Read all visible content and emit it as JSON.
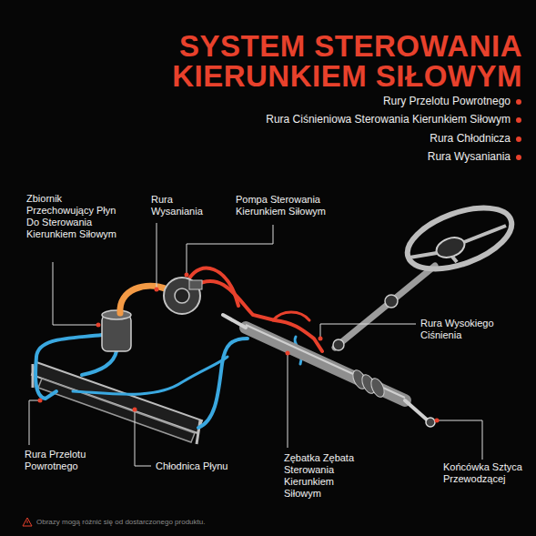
{
  "diagram": {
    "title": "SYSTEM STEROWANIA KIERUNKIEM SIŁOWYM",
    "labels": [
      "Zbiornik Przechowujący Płyn Do Sterowania Kierunkiem Siłowym",
      "Rura Wysaniania",
      "Pompa Sterowania Kierunkiem Siłowym",
      "Rura Wysokiego Ciśnienia",
      "Rura Przelotu Powrotnego",
      "Chłodnica Płynu",
      "Zębatka Zębata Sterowania Kierunkiem Siłowym",
      "Końcówka Sztyca Przewodzącej",
      "Obrazy mogą różnić się od dostarczonego produktu."
    ],
    "legend": [
      {
        "text": "Rury Przelotu Powrotnego",
        "color": "#e8412c"
      },
      {
        "text": "Rura Ciśnieniowa Sterowania Kierunkiem Siłowym",
        "color": "#e8412c"
      },
      {
        "text": "Rura Chłodnicza",
        "color": "#e8412c"
      },
      {
        "text": "Rura Wysaniania",
        "color": "#e8412c"
      }
    ]
  }
}
